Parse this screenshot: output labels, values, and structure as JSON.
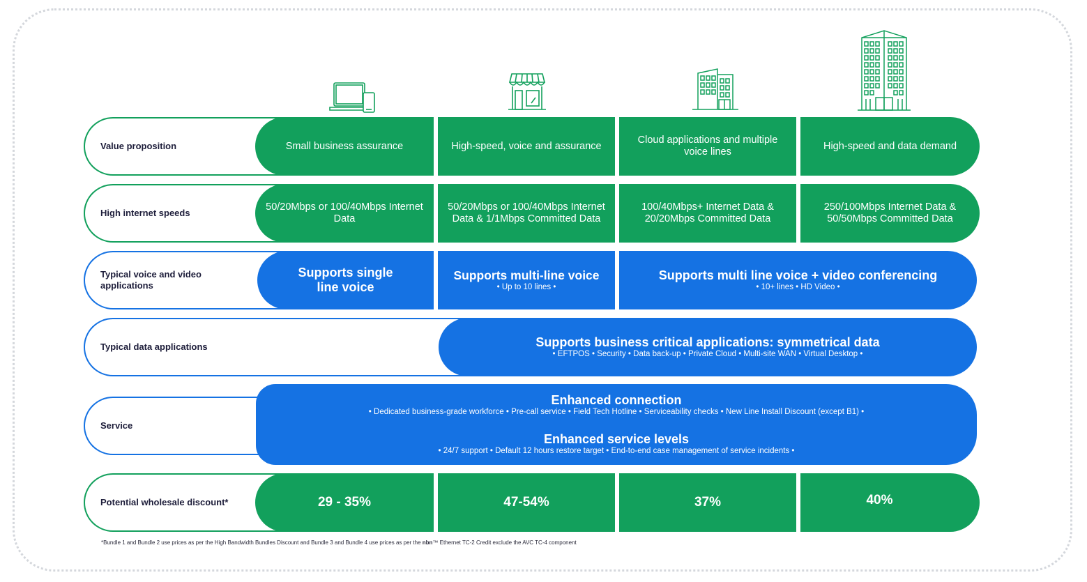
{
  "rows": {
    "value_proposition": {
      "label": "Value proposition",
      "cells": [
        "Small business assurance",
        "High-speed, voice and assurance",
        "Cloud applications and multiple voice lines",
        "High-speed and data demand"
      ]
    },
    "internet_speeds": {
      "label": "High internet speeds",
      "cells": [
        "50/20Mbps or 100/40Mbps Internet Data",
        "50/20Mbps or 100/40Mbps Internet Data & 1/1Mbps Committed Data",
        "100/40Mbps+ Internet Data & 20/20Mbps Committed Data",
        "250/100Mbps Internet Data & 50/50Mbps Committed Data"
      ]
    },
    "voice_video": {
      "label": "Typical voice and video applications",
      "cell1": {
        "title": "Supports single line voice"
      },
      "cell2": {
        "title": "Supports multi-line voice",
        "sub": "• Up to 10 lines •"
      },
      "cell3": {
        "title": "Supports multi line voice + video conferencing",
        "sub": "• 10+ lines • HD Video •"
      }
    },
    "data_applications": {
      "label": "Typical data applications",
      "title": "Supports business critical applications: symmetrical data",
      "sub": "• EFTPOS • Security  • Data back-up • Private Cloud • Multi-site WAN • Virtual Desktop •"
    },
    "service": {
      "label": "Service",
      "title1": "Enhanced connection",
      "sub1": "• Dedicated business-grade workforce • Pre-call service • Field Tech Hotline • Serviceability checks • New Line Install Discount (except B1) •",
      "title2": "Enhanced service levels",
      "sub2": "• 24/7 support • Default 12 hours restore target • End-to-end case management of service incidents •"
    },
    "discount": {
      "label": "Potential wholesale discount*",
      "cells": [
        "29 - 35%",
        "47-54%",
        "37%",
        "40%"
      ]
    }
  },
  "icons": [
    "laptop-phone-icon",
    "shopfront-icon",
    "office-building-icon",
    "tower-building-icon"
  ],
  "footnote": {
    "pre": "*Bundle 1 and Bundle 2 use prices as per the High Bandwidth Bundles Discount and Bundle 3 and Bundle 4 use prices as per the ",
    "brand": "nbn",
    "post": "™  Ethernet TC-2  Credit exclude the AVC TC-4 component"
  },
  "colors": {
    "green": "#12a05c",
    "blue": "#1572e3",
    "label_text": "#1d1d3a"
  }
}
